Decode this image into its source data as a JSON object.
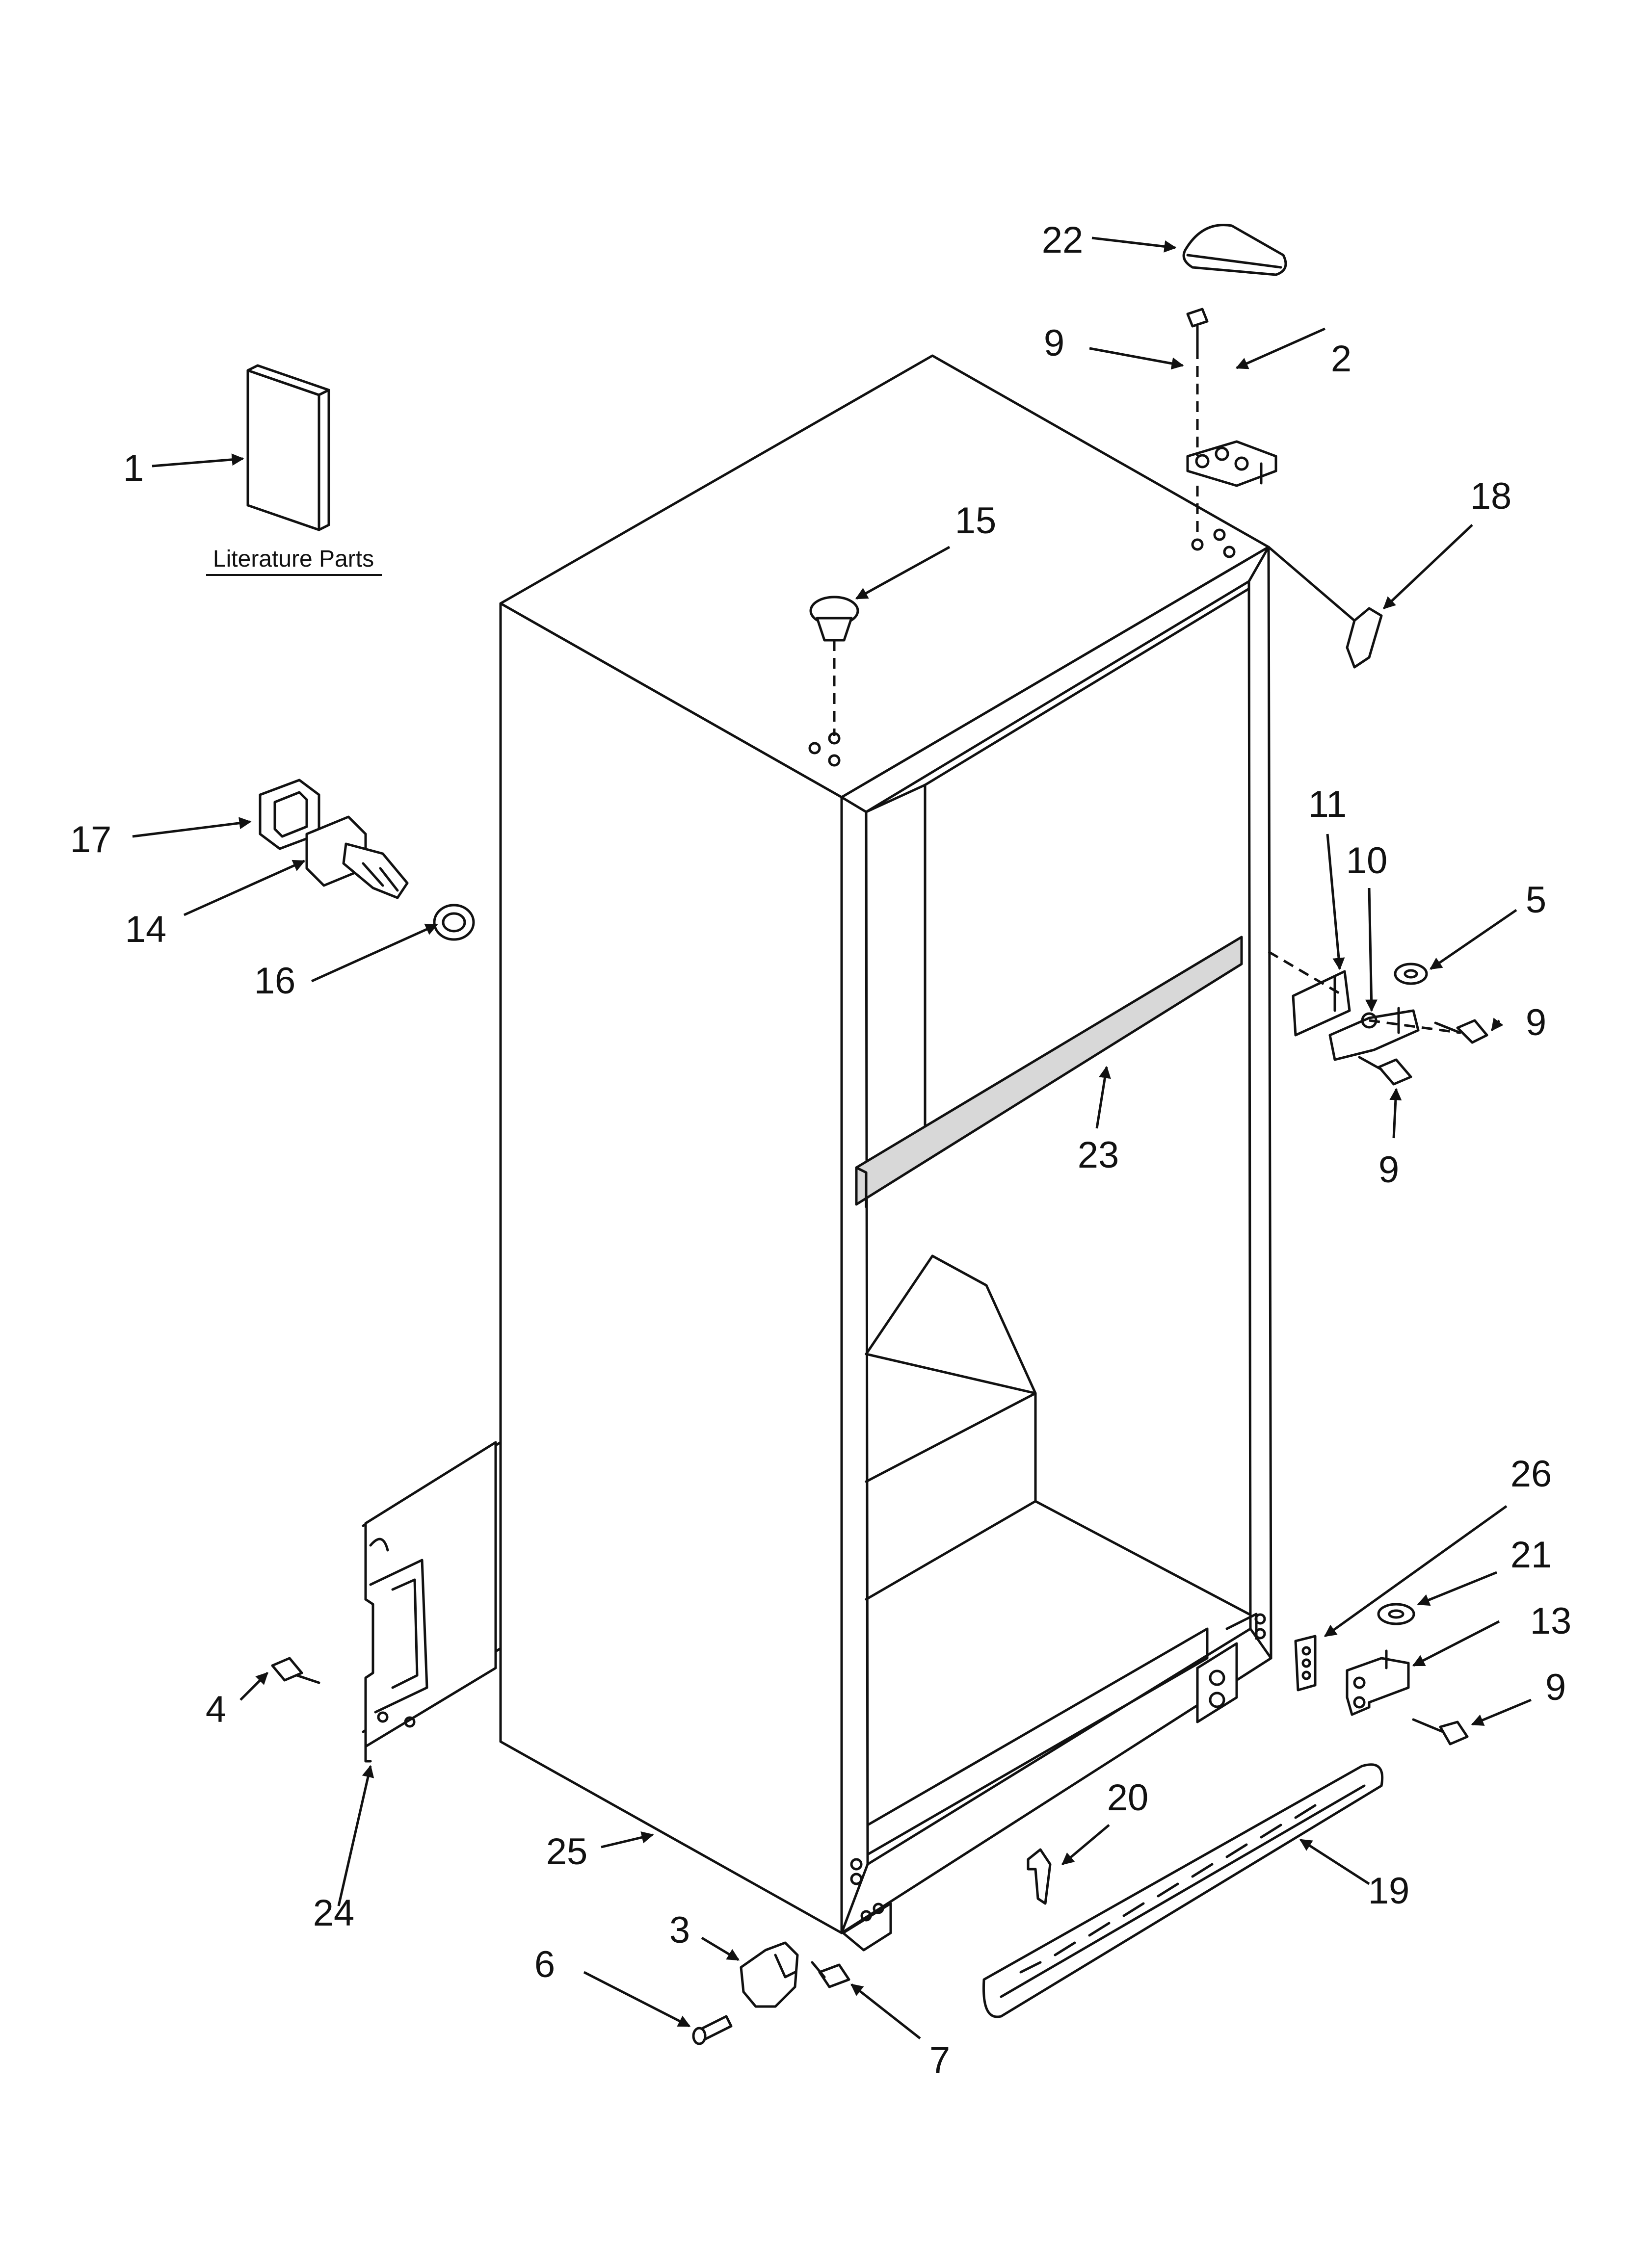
{
  "callouts": {
    "c1": "1",
    "c2": "2",
    "c3": "3",
    "c4": "4",
    "c5": "5",
    "c6": "6",
    "c7": "7",
    "c9_top": "9",
    "c9_mid_right": "9",
    "c9_mid_below": "9",
    "c9_bottom": "9",
    "c10": "10",
    "c11": "11",
    "c13": "13",
    "c14": "14",
    "c15": "15",
    "c16": "16",
    "c17": "17",
    "c18": "18",
    "c19": "19",
    "c20": "20",
    "c21": "21",
    "c22": "22",
    "c23": "23",
    "c24": "24",
    "c25": "25",
    "c26": "26"
  },
  "literature_label": "Literature Parts"
}
